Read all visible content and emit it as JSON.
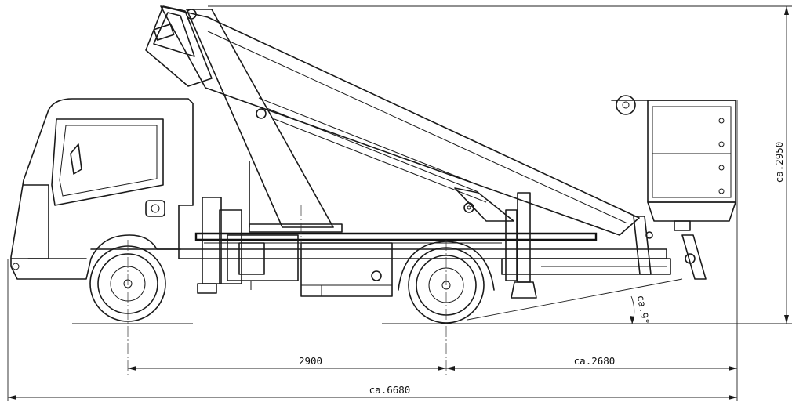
{
  "dimensions": {
    "wheelbase": "2900",
    "rear_overhang": "ca.2680",
    "total_length": "ca.6680",
    "total_height": "ca.2950",
    "ramp_angle": "ca.9°"
  }
}
